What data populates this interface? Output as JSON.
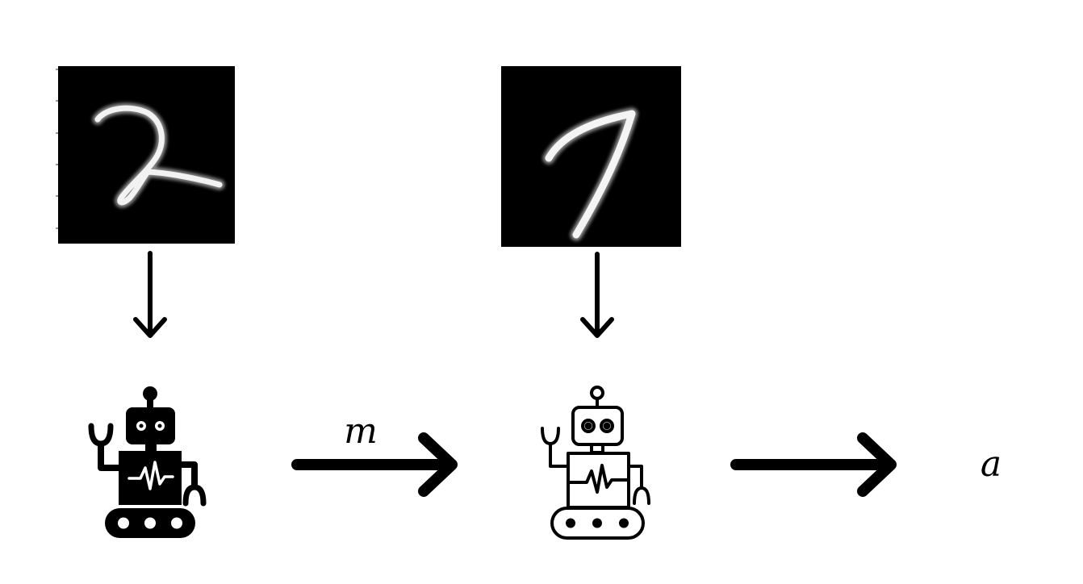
{
  "diagram": {
    "message_label": "m",
    "action_label": "a",
    "input_images": [
      {
        "name": "mnist-digit-2",
        "depicted_digit": "2",
        "speaker": "sender"
      },
      {
        "name": "mnist-digit-7",
        "depicted_digit": "7",
        "speaker": "receiver"
      }
    ],
    "agents": [
      {
        "name": "sender-robot",
        "style": "filled"
      },
      {
        "name": "receiver-robot",
        "style": "outline"
      }
    ],
    "colors": {
      "ink": "#000000",
      "image_background": "#000000",
      "stroke": "#ffffff"
    },
    "icons": [
      "robot-filled-icon",
      "robot-outline-icon",
      "down-arrow-icon",
      "right-arrow-icon"
    ]
  }
}
